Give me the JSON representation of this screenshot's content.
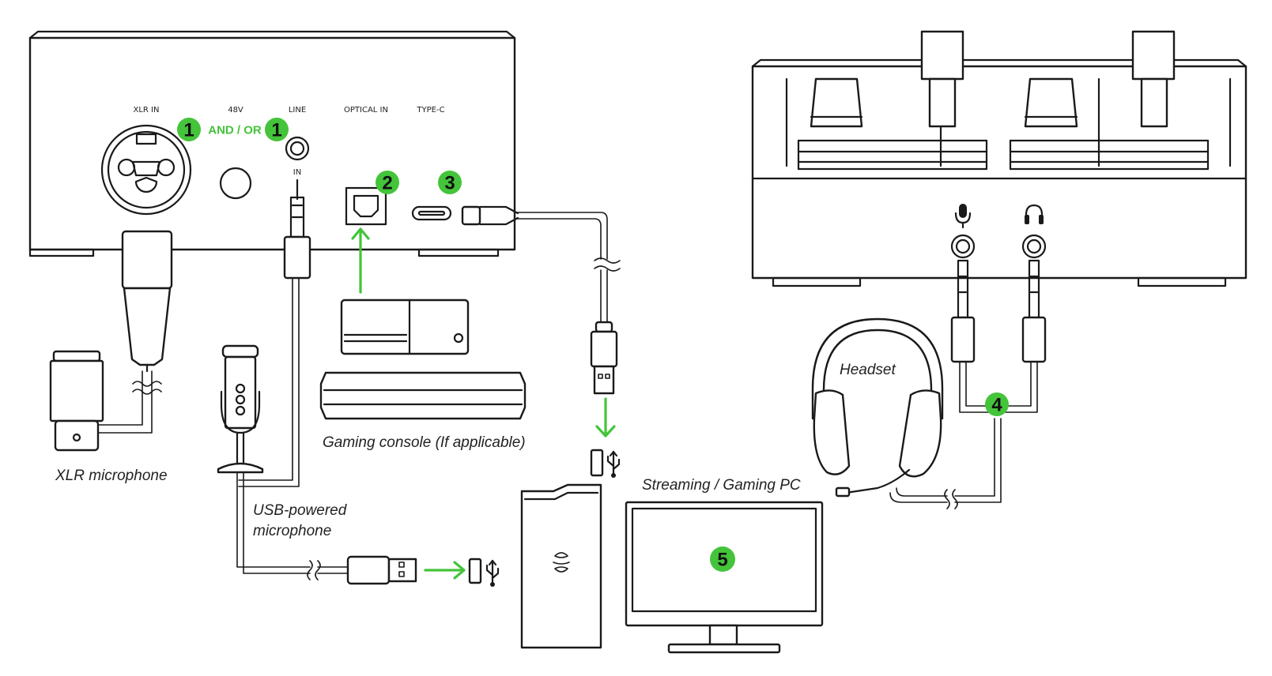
{
  "ports": {
    "xlr_in": "XLR IN",
    "v48": "48V",
    "line": "LINE",
    "optical_in": "OPTICAL IN",
    "type_c": "TYPE-C",
    "line_in": "IN"
  },
  "connector_text": "AND / OR",
  "steps": {
    "xlr": "1",
    "line": "1",
    "optical": "2",
    "usb_c": "3",
    "headset": "4",
    "pc": "5"
  },
  "captions": {
    "xlr_mic": "XLR microphone",
    "usb_mic_line1": "USB-powered",
    "usb_mic_line2": "microphone",
    "console": "Gaming console (If applicable)",
    "pc": "Streaming / Gaming PC",
    "headset": "Headset"
  },
  "colors": {
    "accent": "#44c43a",
    "line": "#1a1a1a"
  },
  "icons": [
    "usb-icon",
    "microphone-icon",
    "headphone-icon",
    "razer-logo-icon",
    "xbox-logo-icon"
  ]
}
